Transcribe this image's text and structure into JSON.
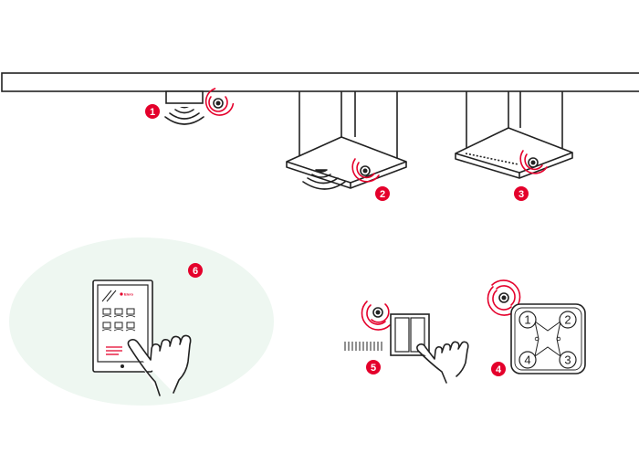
{
  "colors": {
    "accent": "#e4002b",
    "line": "#222222",
    "ellipse": "#eef7f1"
  },
  "badges": {
    "b1": "1",
    "b2": "2",
    "b3": "3",
    "b4": "4",
    "b5": "5",
    "b6": "6"
  },
  "keypad": {
    "k1": "1",
    "k2": "2",
    "k3": "3",
    "k4": "4"
  },
  "tablet": {
    "brand": "Elero"
  },
  "icons": {
    "signal": "signal-waves-icon",
    "hand": "pointing-hand-icon"
  }
}
